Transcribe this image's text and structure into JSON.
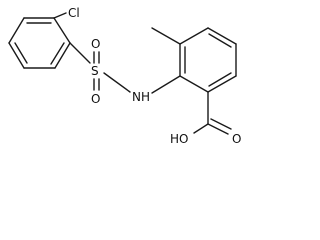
{
  "molecule": {
    "atoms": {
      "chloro": "Cl",
      "sulfur": "S",
      "oxygen_top": "O",
      "oxygen_bottom": "O",
      "amine": "NH",
      "hydroxyl": "HO",
      "carbonyl_oxygen": "O"
    }
  }
}
